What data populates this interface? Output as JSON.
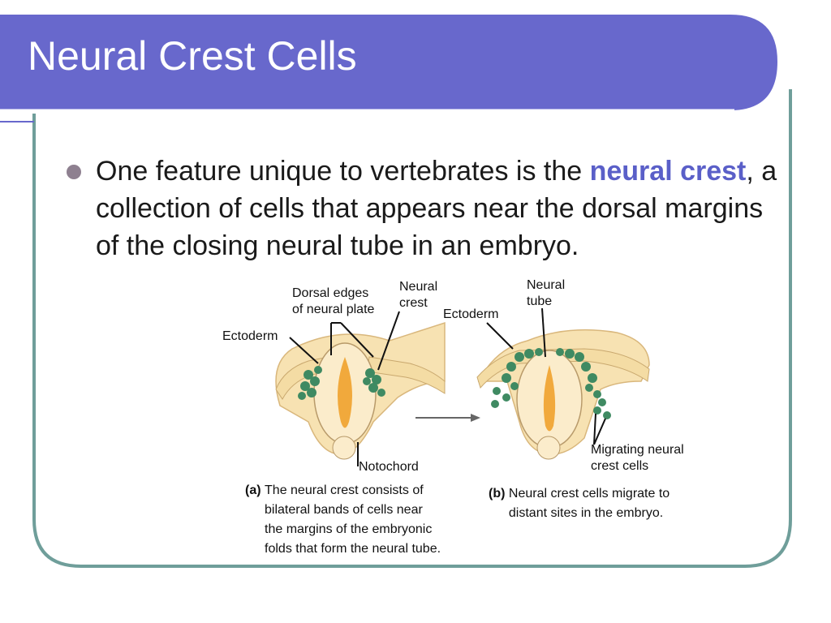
{
  "slide": {
    "title": "Neural Crest Cells",
    "bullet": {
      "before": "One feature unique to vertebrates is the ",
      "highlight": "neural crest",
      "after": ", a collection of cells that appears near the dorsal margins of the closing neural tube in an embryo."
    }
  },
  "colors": {
    "title_bar": "#6868cc",
    "frame_border": "#6f9e9a",
    "highlight": "#5a5fc8",
    "bullet_dot": "#8e8090",
    "neural_crest_cells": "#3f8a62",
    "neural_tube_lumen": "#f1a93c",
    "tissue": "#f7e2b2"
  },
  "diagram": {
    "labels_a": {
      "ectoderm": "Ectoderm",
      "dorsal_edges": "Dorsal edges\nof neural plate",
      "neural_crest": "Neural\ncrest",
      "notochord": "Notochord"
    },
    "labels_b": {
      "ectoderm": "Ectoderm",
      "neural_tube": "Neural\ntube",
      "migrating": "Migrating neural\ncrest cells"
    },
    "caption_a": {
      "tag": "(a)",
      "text": "The neural crest consists of\nbilateral bands of cells near\nthe margins of the embryonic\nfolds that form the neural tube."
    },
    "caption_b": {
      "tag": "(b)",
      "text": "Neural crest cells migrate to\ndistant sites in the embryo."
    }
  }
}
